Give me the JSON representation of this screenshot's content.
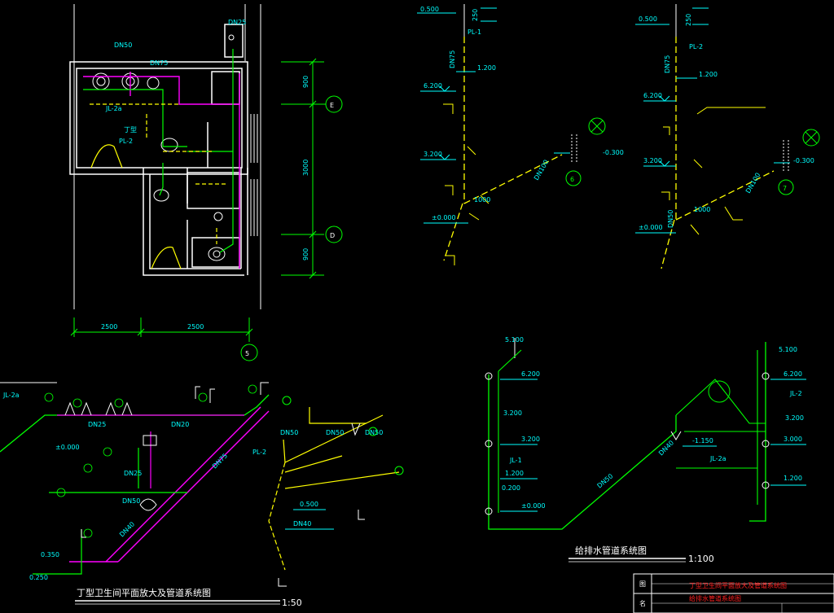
{
  "dimensions": {
    "horizontal": [
      "2500",
      "2500"
    ],
    "vertical": [
      "900",
      "3000",
      "900"
    ]
  },
  "axes": {
    "e": "E",
    "d": "D",
    "five": "5",
    "six": "6",
    "seven": "7"
  },
  "room_label": "丁型",
  "pipe_labels": {
    "pl1": "PL-1",
    "pl2": "PL-2",
    "jl1": "JL-1",
    "jl2": "JL-2",
    "jl2a": "JL-2a"
  },
  "elevations": {
    "e6200": "6.200",
    "e3200": "3.200",
    "e1200": "1.200",
    "e3000": "3.000",
    "e0000": "±0.000",
    "e0300": "-0.300",
    "e1150": "-1.150",
    "e0500": "0.500",
    "e5100": "5.100",
    "e0200": "0.200",
    "e0250": "0.250",
    "e0350": "0.350"
  },
  "diameters": {
    "dn50": "DN50",
    "dn75": "DN75",
    "dn100": "DN100",
    "dn40": "DN40",
    "dn25": "DN25",
    "dn20": "DN20"
  },
  "dims_small": {
    "d250": "250",
    "d1000": "1000"
  },
  "titles": {
    "bathroom": "丁型卫生间平面放大及管道系统图",
    "bathroom_scale": "1:50",
    "supply": "给排水管道系统图",
    "supply_scale": "1:100"
  },
  "title_block": {
    "col1_top": "图",
    "col1_bottom": "名",
    "line1": "丁型卫生间平面放大及管道系统图",
    "line2": "给排水管道系统图"
  },
  "colors": {
    "wall": "#ffffff",
    "dim": "#00ff00",
    "pipe_drain": "#ffff00",
    "pipe_supply": "#00ff00",
    "pipe_hot": "#ff00ff",
    "text": "#00ffff",
    "redtext": "#ff2020"
  }
}
